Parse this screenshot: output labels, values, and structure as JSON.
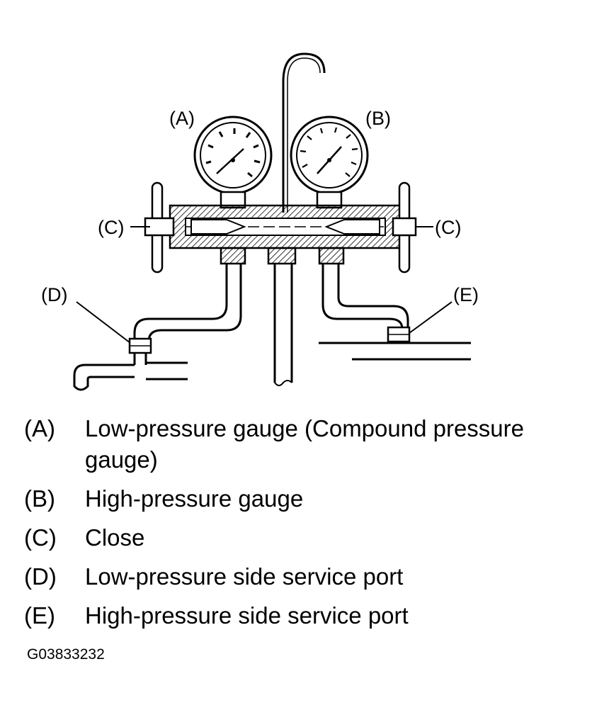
{
  "callouts": {
    "a": "(A)",
    "b": "(B)",
    "c_left": "(C)",
    "c_right": "(C)",
    "d": "(D)",
    "e": "(E)"
  },
  "legend": [
    {
      "key": "(A)",
      "text": "Low-pressure gauge (Compound pressure gauge)"
    },
    {
      "key": "(B)",
      "text": "High-pressure gauge"
    },
    {
      "key": "(C)",
      "text": "Close"
    },
    {
      "key": "(D)",
      "text": "Low-pressure side service port"
    },
    {
      "key": "(E)",
      "text": "High-pressure side service port"
    }
  ],
  "figure_id": "G03833232"
}
